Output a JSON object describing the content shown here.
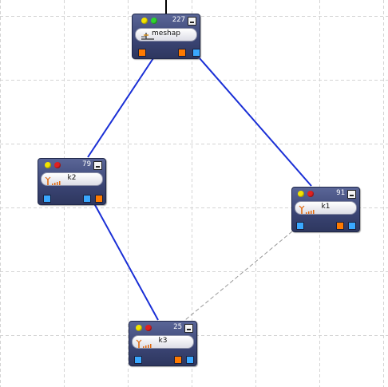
{
  "nodes": [
    {
      "id": "meshap",
      "name": "meshap",
      "num": "227",
      "leds": [
        "#f2e400",
        "#2fd42f"
      ],
      "icon": "tower-icon",
      "ports": [
        "#ff7a00",
        "#ff7a00",
        "#3aa8ff"
      ]
    },
    {
      "id": "k2",
      "name": "k2",
      "num": "79",
      "leds": [
        "#f2e400",
        "#e02020"
      ],
      "icon": "signal-icon",
      "ports": [
        "#3aa8ff",
        "#3aa8ff",
        "#ff7a00"
      ]
    },
    {
      "id": "k1",
      "name": "k1",
      "num": "91",
      "leds": [
        "#f2e400",
        "#e02020"
      ],
      "icon": "signal-icon",
      "ports": [
        "#3aa8ff",
        "#ff7a00",
        "#3aa8ff"
      ]
    },
    {
      "id": "k3",
      "name": "k3",
      "num": "25",
      "leds": [
        "#f2e400",
        "#e02020"
      ],
      "icon": "signal-icon",
      "ports": [
        "#3aa8ff",
        "#ff7a00",
        "#3aa8ff"
      ]
    }
  ],
  "links": [
    {
      "from": "meshap",
      "to": "k2",
      "style": "solid",
      "color": "#1a2fd6"
    },
    {
      "from": "meshap",
      "to": "k1",
      "style": "solid",
      "color": "#1a2fd6"
    },
    {
      "from": "k2",
      "to": "k3",
      "style": "solid",
      "color": "#1a2fd6"
    },
    {
      "from": "k1",
      "to": "k3",
      "style": "dashed",
      "color": "#9a9a9a"
    }
  ],
  "colors": {
    "grid": "#d4d4d4",
    "uplink": "#000000"
  }
}
